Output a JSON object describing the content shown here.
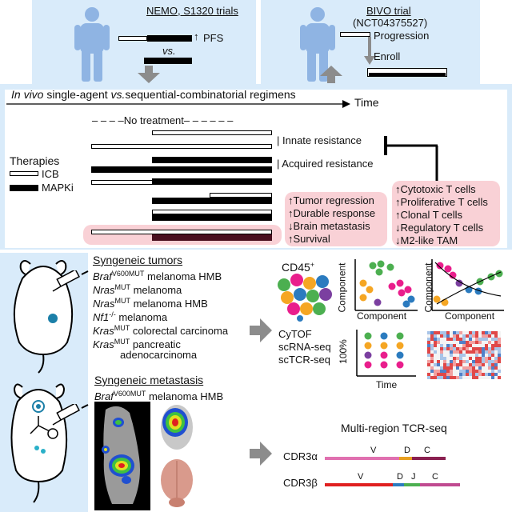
{
  "top": {
    "left_trial": "NEMO, S1320 trials",
    "pfs": "PFS",
    "vs": "vs.",
    "right_trial": "BIVO trial",
    "right_trial_id": "(NCT04375527)",
    "progression": "Progression",
    "enroll": "Enroll"
  },
  "regimens": {
    "title_italic": "In vivo",
    "title_rest": " single-agent ",
    "title_vs": "vs.",
    "title_end": "sequential-combinatorial regimens",
    "time": "Time",
    "no_treatment": "– – – –No treatment– – – – – –",
    "innate": "Innate resistance",
    "acquired": "Acquired resistance",
    "therapies": "Therapies",
    "icb": "ICB",
    "mapki": "MAPKi"
  },
  "outcomes_left": [
    {
      "arrow": "up",
      "label": "Tumor regression"
    },
    {
      "arrow": "up",
      "label": "Durable response"
    },
    {
      "arrow": "down",
      "label": "Brain metastasis"
    },
    {
      "arrow": "up",
      "label": "Survival"
    }
  ],
  "outcomes_right": [
    {
      "arrow": "up",
      "label": "Cytotoxic T cells"
    },
    {
      "arrow": "up",
      "label": "Proliferative T cells"
    },
    {
      "arrow": "up",
      "label": "Clonal T cells"
    },
    {
      "arrow": "down",
      "label": "Regulatory T cells"
    },
    {
      "arrow": "down",
      "label": "M2-like TAM"
    }
  ],
  "syngeneic": {
    "title": "Syngeneic tumors",
    "lines": [
      {
        "gene": "Braf",
        "sup": "V600MUT",
        "rest": " melanoma HMB"
      },
      {
        "gene": "Nras",
        "sup": "MUT",
        "rest": " melanoma"
      },
      {
        "gene": "Nras",
        "sup": "MUT",
        "rest": " melanoma HMB"
      },
      {
        "gene": "Nf1",
        "sup": "-/-",
        "rest": " melanoma"
      },
      {
        "gene": "Kras",
        "sup": "MUT",
        "rest": " colorectal carcinoma"
      },
      {
        "gene": "Kras",
        "sup": "MUT",
        "rest": " pancreatic"
      },
      {
        "gene": "",
        "sup": "",
        "rest": "adenocarcinoma"
      }
    ]
  },
  "assays": {
    "cd45": "CD45",
    "cd45_sup": "+",
    "cytof": "CyTOF",
    "scrna": "scRNA-seq",
    "sctcr": "scTCR-seq",
    "component": "Component",
    "percent": "100%",
    "time": "Time"
  },
  "metastasis": {
    "title": "Syngeneic metastasis",
    "gene": "Braf",
    "sup": "V600MUT",
    "rest": " melanoma HMB"
  },
  "tcr": {
    "title": "Multi-region TCR-seq",
    "alpha": "CDR3α",
    "beta": "CDR3β",
    "v": "V",
    "d": "D",
    "j": "J",
    "c": "C"
  },
  "colors": {
    "panel_blue": "#d9ebfa",
    "pink_box": "#f9d1d6",
    "human_blue": "#8fb4e3",
    "arrow_gray": "#8c8c8c"
  }
}
